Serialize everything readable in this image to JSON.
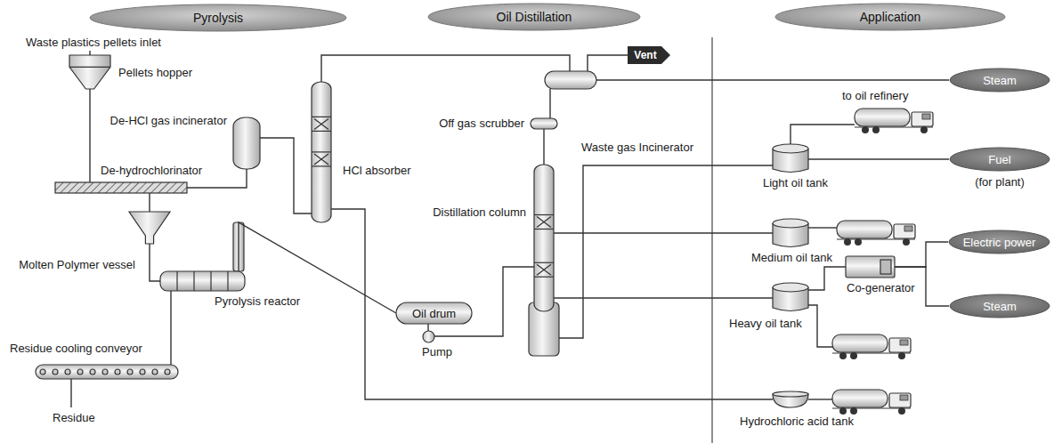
{
  "diagram": {
    "nodes": [
      {
        "text": [
          "Pyrolysis"
        ]
      },
      {
        "text": [
          "Oil Distillation"
        ]
      },
      {
        "text": [
          "Application"
        ]
      },
      {
        "text": [
          "Pellets hopper"
        ]
      },
      {
        "text": [
          "De-hydrochlorinator"
        ]
      },
      {
        "text": [
          "De-HCl gas incinerator"
        ]
      },
      {
        "text": [
          "Molten Polymer vessel"
        ]
      },
      {
        "text": [
          "Pyrolysis reactor"
        ]
      },
      {
        "text": [
          "Residue cooling conveyor"
        ]
      },
      {
        "text": [
          "HCl absorber"
        ]
      },
      {
        "text": [
          "Oil drum"
        ]
      },
      {
        "text": [
          "Pump"
        ]
      },
      {
        "text": [
          "Distillation column"
        ]
      },
      {
        "text": [
          "Off gas scrubber"
        ]
      },
      {
        "text": [
          "Waste gas Incinerator"
        ]
      },
      {
        "text": [
          "Vent"
        ]
      },
      {
        "text": [
          "Steam"
        ]
      },
      {
        "text": [
          "Light oil tank"
        ]
      },
      {
        "text": [
          "Fuel",
          "(for plant)"
        ]
      },
      {
        "text": [
          "Medium oil tank"
        ]
      },
      {
        "text": [
          "Heavy oil tank"
        ]
      },
      {
        "text": [
          "Co-generator"
        ]
      },
      {
        "text": [
          "Electric power"
        ]
      },
      {
        "text": [
          "Steam"
        ]
      },
      {
        "text": [
          "Hydrochloric acid tank"
        ]
      }
    ],
    "edges": [
      {
        "from": 3,
        "to": 4,
        "arrow": "none"
      },
      {
        "from": 4,
        "to": 6,
        "arrow": "none"
      },
      {
        "from": 4,
        "to": 5,
        "arrow": "none"
      },
      {
        "from": 5,
        "to": 9,
        "arrow": "none"
      },
      {
        "from": 6,
        "to": 7,
        "arrow": "none"
      },
      {
        "from": 7,
        "to": 8,
        "arrow": "none"
      },
      {
        "from": 7,
        "to": 10,
        "arrow": "none"
      },
      {
        "from": 10,
        "to": 11,
        "arrow": "none"
      },
      {
        "from": 11,
        "to": 12,
        "arrow": "none"
      },
      {
        "from": 12,
        "to": 13,
        "arrow": "none"
      },
      {
        "from": 13,
        "to": 14,
        "arrow": "none"
      },
      {
        "from": 9,
        "to": 14,
        "arrow": "none"
      },
      {
        "from": 14,
        "to": 15,
        "arrow": "none"
      },
      {
        "from": 14,
        "to": 16,
        "arrow": "none"
      },
      {
        "from": 12,
        "to": 17,
        "arrow": "none"
      },
      {
        "from": 17,
        "to": 18,
        "arrow": "none"
      },
      {
        "from": 12,
        "to": 19,
        "arrow": "none"
      },
      {
        "from": 12,
        "to": 20,
        "arrow": "none"
      },
      {
        "from": 20,
        "to": 21,
        "arrow": "none"
      },
      {
        "from": 21,
        "to": 22,
        "arrow": "none"
      },
      {
        "from": 21,
        "to": 23,
        "arrow": "none"
      },
      {
        "from": 9,
        "to": 24,
        "arrow": "none"
      }
    ],
    "labels": [
      "Waste plastics pellets inlet",
      "Residue",
      "to oil refinery"
    ]
  }
}
